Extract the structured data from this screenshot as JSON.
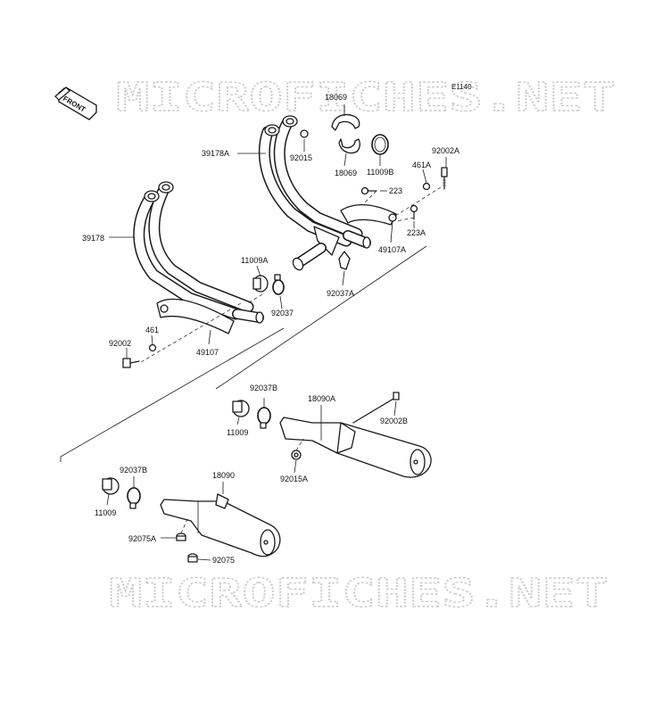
{
  "diagram_code": "E1140",
  "watermark": "MICROFICHES.NET",
  "front_label": "FRONT",
  "labels": {
    "p18069_top": "18069",
    "p18069_bottom": "18069",
    "p39178A": "39178A",
    "p92015": "92015",
    "p11009B": "11009B",
    "p92002A": "92002A",
    "p461A": "461A",
    "p223": "223",
    "p223A": "223A",
    "p49107A": "49107A",
    "p92037A": "92037A",
    "p39178": "39178",
    "p11009A": "11009A",
    "p92037": "92037",
    "p92002": "92002",
    "p461": "461",
    "p49107": "49107",
    "p92037B_upper": "92037B",
    "p18090A": "18090A",
    "p11009_upper": "11009",
    "p92002B": "92002B",
    "p92015A": "92015A",
    "p92037B_lower": "92037B",
    "p18090": "18090",
    "p11009_lower": "11009",
    "p92075A": "92075A",
    "p92075": "92075"
  }
}
